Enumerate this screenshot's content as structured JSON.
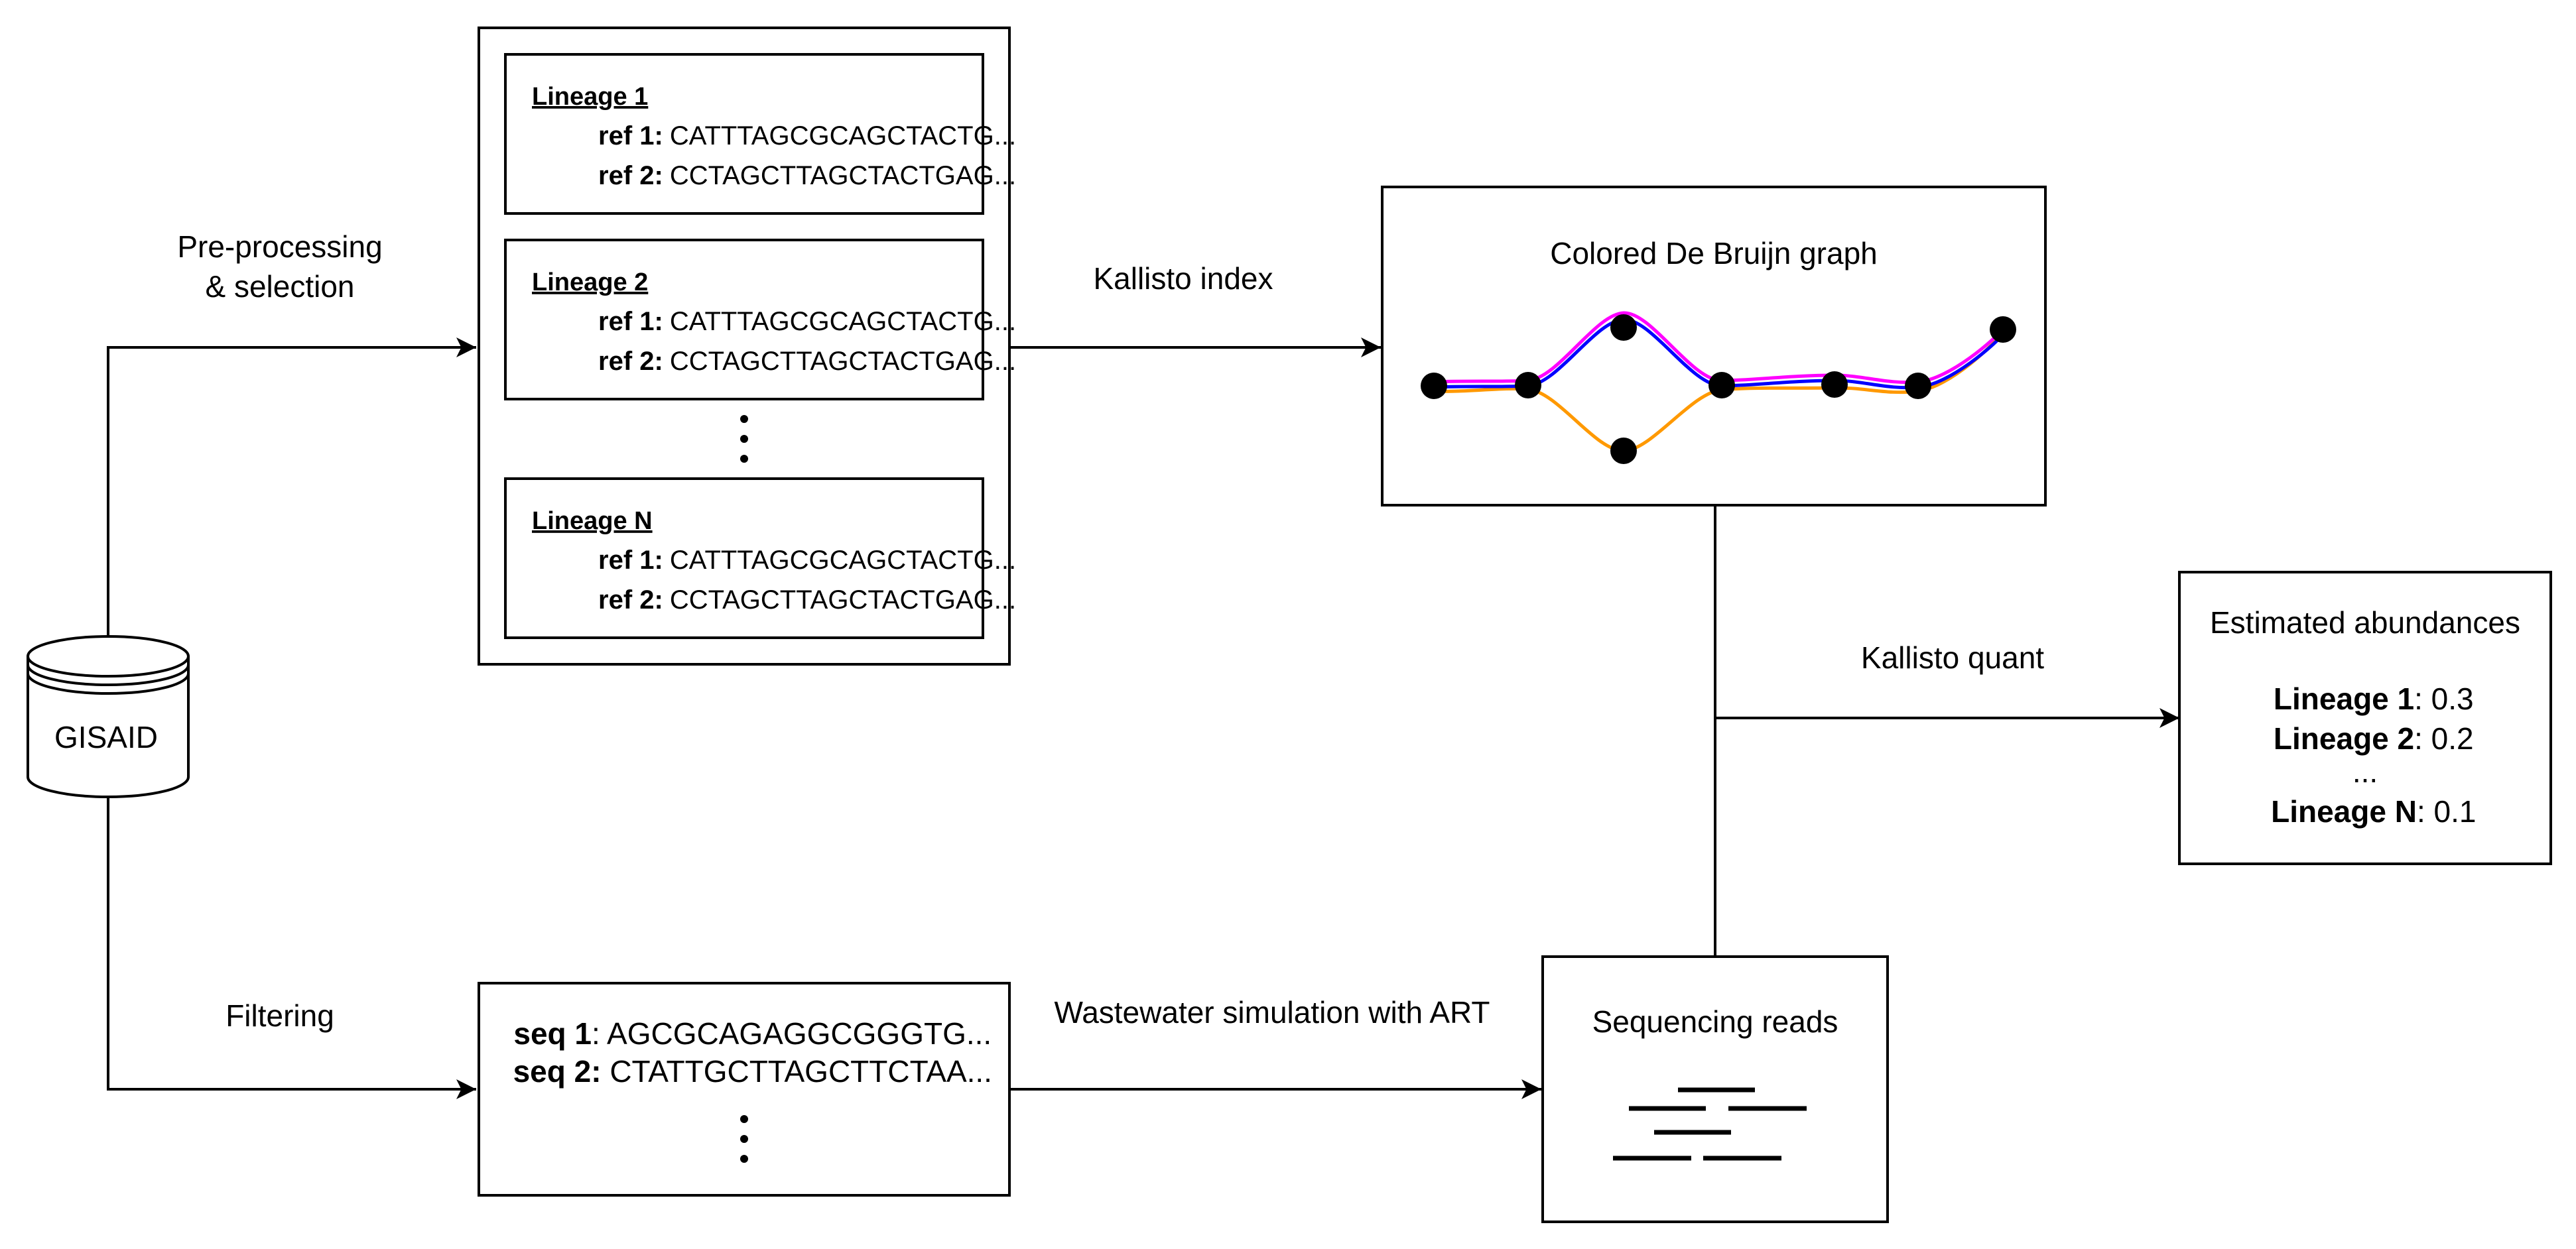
{
  "colors": {
    "stroke": "#000000",
    "background": "#ffffff",
    "path_magenta": "#ff00ff",
    "path_blue": "#0000ff",
    "path_orange": "#ff9900",
    "node_fill": "#000000"
  },
  "database": {
    "label": "GISAID",
    "shape": "database-cylinder"
  },
  "edges": {
    "preprocessing_line1": "Pre-processing",
    "preprocessing_line2": "& selection",
    "filtering": "Filtering",
    "kallisto_index": "Kallisto index",
    "kallisto_quant": "Kallisto quant",
    "wastewater_simulation": "Wastewater simulation with ART"
  },
  "references": {
    "lineages": [
      {
        "title": "Lineage 1",
        "refs": [
          {
            "label": "ref 1:",
            "seq": "CATTTAGCGCAGCTACTG..."
          },
          {
            "label": "ref 2:",
            "seq": "CCTAGCTTAGCTACTGAG..."
          }
        ]
      },
      {
        "title": "Lineage 2",
        "refs": [
          {
            "label": "ref 1:",
            "seq": "CATTTAGCGCAGCTACTG..."
          },
          {
            "label": "ref 2:",
            "seq": "CCTAGCTTAGCTACTGAG..."
          }
        ]
      },
      {
        "title": "Lineage N",
        "refs": [
          {
            "label": "ref 1:",
            "seq": "CATTTAGCGCAGCTACTG..."
          },
          {
            "label": "ref 2:",
            "seq": "CCTAGCTTAGCTACTGAG..."
          }
        ]
      }
    ]
  },
  "sequences": {
    "items": [
      {
        "label": "seq 1",
        "sep": ":",
        "seq": " AGCGCAGAGGCGGGTG..."
      },
      {
        "label": "seq 2:",
        "sep": "",
        "seq": " CTATTGCTTAGCTTCTAA..."
      }
    ]
  },
  "graph": {
    "title": "Colored De Bruijn graph"
  },
  "reads": {
    "title": "Sequencing reads"
  },
  "abundances": {
    "title": "Estimated abundances",
    "rows": [
      {
        "name": "Lineage 1",
        "value": ": 0.3"
      },
      {
        "name": "Lineage 2",
        "value": ": 0.2"
      },
      {
        "name": "Lineage N",
        "value": ": 0.1"
      }
    ],
    "ellipsis": "..."
  }
}
